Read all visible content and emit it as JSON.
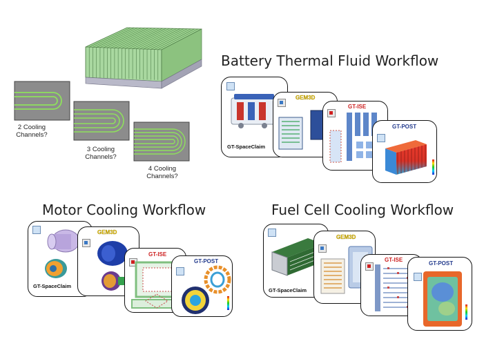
{
  "titles": {
    "battery": "Battery Thermal Fluid Workflow",
    "motor": "Motor Cooling Workflow",
    "fuel_cell": "Fuel Cell Cooling Workflow"
  },
  "cooling_options": [
    {
      "line1": "2 Cooling",
      "line2": "Channels?"
    },
    {
      "line1": "3 Cooling",
      "line2": "Channels?"
    },
    {
      "line1": "4 Cooling",
      "line2": "Channels?"
    }
  ],
  "tools": {
    "spaceclaim": "GT-SpaceClaim",
    "gem3d": "GEM3D",
    "ise": "GT-ISE",
    "post": "GT-POST"
  },
  "colors": {
    "channel_green": "#8ee05c",
    "plate_gray": "#8c8c8c",
    "gem3d_yellow": "#e7c000",
    "ise_red": "#cc1f1f",
    "post_blue": "#223a8c"
  }
}
